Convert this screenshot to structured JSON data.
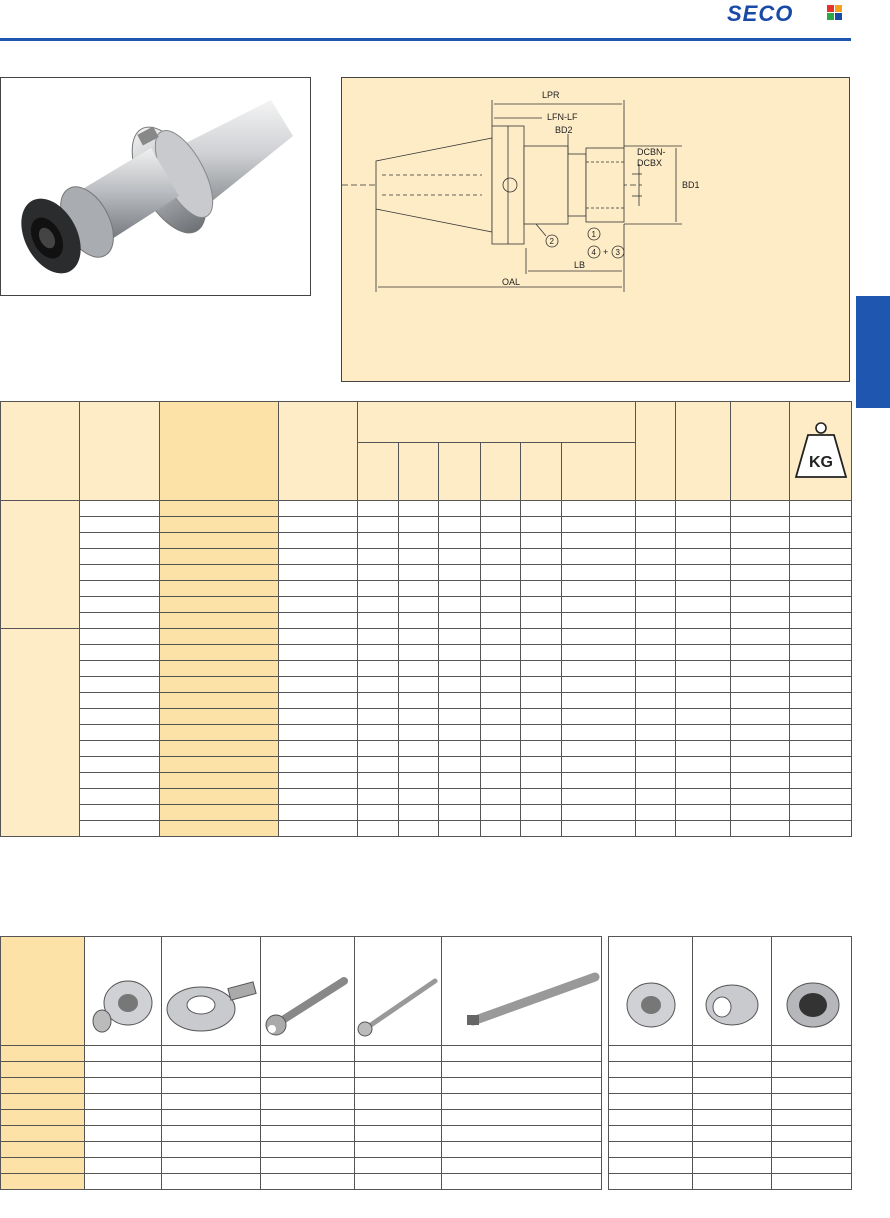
{
  "brand": {
    "name": "SECO",
    "text_color": "#1a4aa8",
    "square_colors": [
      "#e5352b",
      "#f6a31b",
      "#2da848",
      "#1a4aa8"
    ]
  },
  "colors": {
    "accent_blue": "#1f57b0",
    "panel_beige": "#fdecc6",
    "highlight_column": "#fde2a8"
  },
  "drawing": {
    "labels": {
      "lpr": "LPR",
      "lfn_lf": "LFN-LF",
      "bd2": "BD2",
      "dcbn": "DCBN-",
      "dcbx": "DCBX",
      "bd1": "BD1",
      "lb": "LB",
      "oal": "OAL",
      "callout_1": "1",
      "callout_2": "2",
      "callout_3": "3",
      "callout_4": "4",
      "plus": "+"
    }
  },
  "weight_icon": {
    "label": "KG"
  },
  "main_table": {
    "group_1_rows": 8,
    "group_2_rows": 13
  },
  "accessories_table": {
    "rows": 9
  }
}
